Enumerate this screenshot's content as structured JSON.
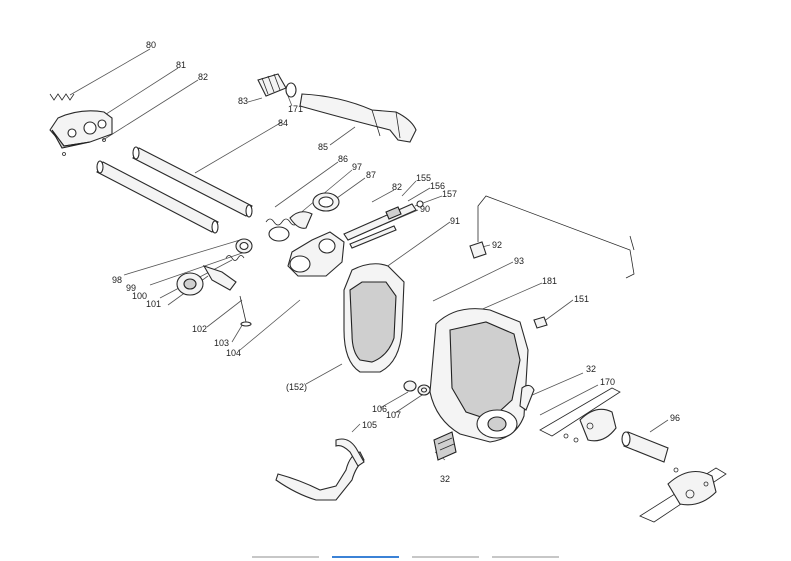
{
  "callouts": {
    "c80": "80",
    "c81": "81",
    "c82a": "82",
    "c83": "83",
    "c171": "171",
    "c84": "84",
    "c85": "85",
    "c86": "86",
    "c97": "97",
    "c87": "87",
    "c82b": "82",
    "c155": "155",
    "c156": "156",
    "c157": "157",
    "c90": "90",
    "c91": "91",
    "c92": "92",
    "c93": "93",
    "c181": "181",
    "c151": "151",
    "c98": "98",
    "c99": "99",
    "c100": "100",
    "c101": "101",
    "c102": "102",
    "c103": "103",
    "c104": "104",
    "c152": "(152)",
    "c106": "106",
    "c107": "107",
    "c32a": "32",
    "c170": "170",
    "c96": "96",
    "c105": "105",
    "c32b": "32"
  },
  "pagination": {
    "count": 4,
    "active_index": 1
  },
  "colors": {
    "line": "#2a2a2a",
    "active_tab": "#3b82d6",
    "inactive_tab": "#c7c7c7"
  }
}
